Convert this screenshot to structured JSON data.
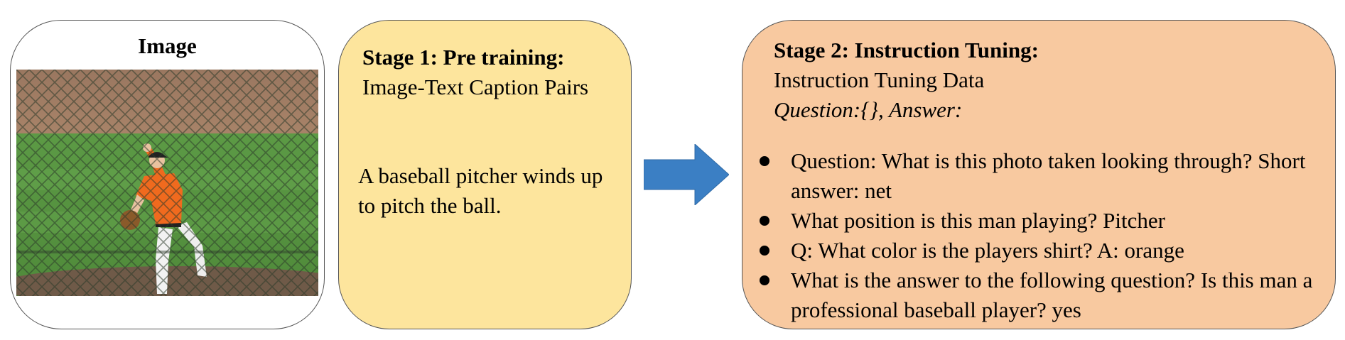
{
  "image_panel": {
    "title": "Image",
    "photo_description_icon": "baseball-pitcher-photo"
  },
  "stage1": {
    "title": "Stage 1: Pre training:",
    "subtitle": "Image-Text Caption Pairs",
    "caption": "A baseball pitcher winds up to pitch the ball."
  },
  "stage2": {
    "title": "Stage 2: Instruction Tuning:",
    "subtitle": "Instruction Tuning Data",
    "template": "Question:{}, Answer:",
    "examples": [
      "Question: What is this photo taken looking through? Short answer: net",
      "What position is this man playing? Pitcher",
      "Q: What color is the players shirt? A: orange",
      "What is the answer to the following question? Is this man a professional baseball player? yes"
    ]
  },
  "colors": {
    "stage1_fill": "#fde59d",
    "stage2_fill": "#f8c9a0",
    "arrow_fill": "#3b7fc4"
  }
}
